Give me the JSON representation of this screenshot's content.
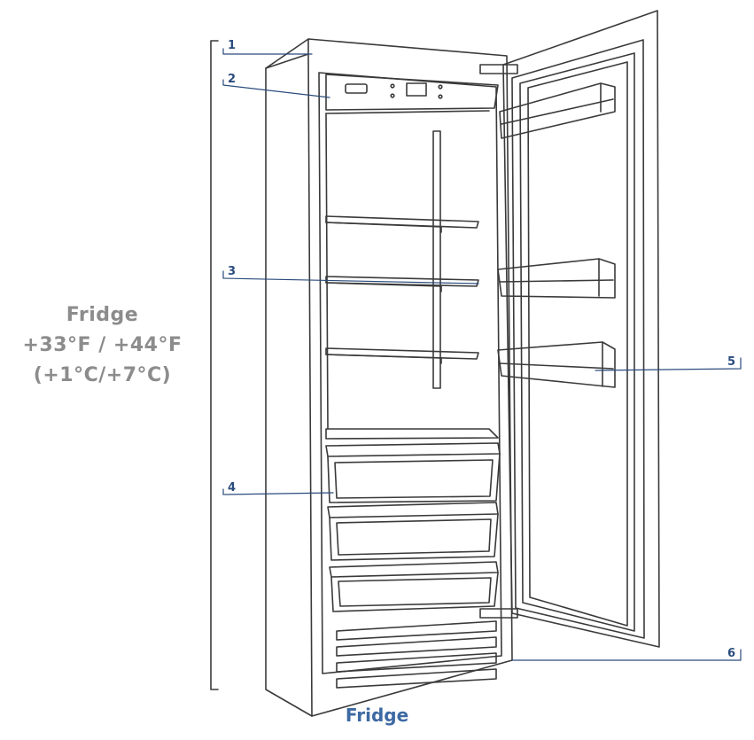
{
  "zone_label": {
    "name": "Fridge",
    "fahrenheit": "+33°F / +44°F",
    "celsius": "(+1°C/+7°C)"
  },
  "callouts": [
    "1",
    "2",
    "3",
    "4",
    "5",
    "6"
  ],
  "caption": "Fridge",
  "colors": {
    "label_gray": "#8c8c8c",
    "callout_blue": "#2a4b7c",
    "caption_blue": "#3d6aa3",
    "line": "#3a3a3a"
  }
}
